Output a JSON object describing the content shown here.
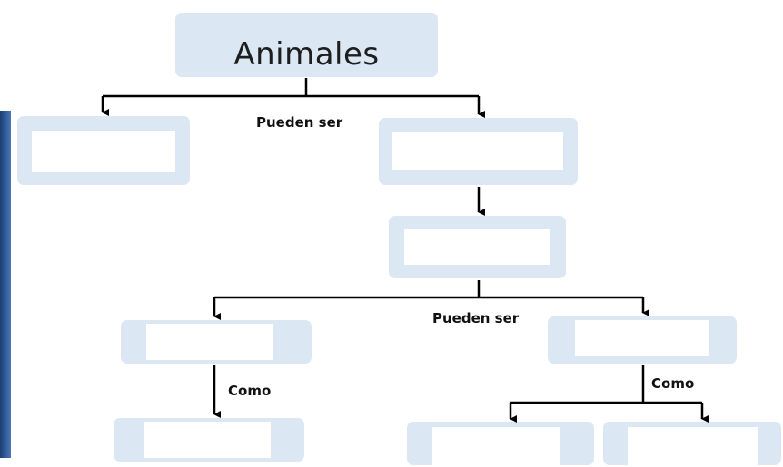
{
  "title": "Animales",
  "labels": {
    "pueden_ser_top": "Pueden ser",
    "pueden_ser_mid": "Pueden ser",
    "como_left": "Como",
    "como_right": "Como"
  },
  "colors": {
    "box_fill": "#dbe8f4",
    "line": "#000000"
  }
}
